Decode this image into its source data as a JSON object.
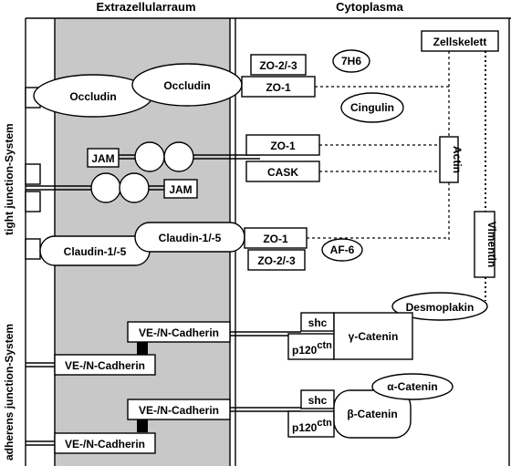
{
  "headers": {
    "extracellular": "Extrazellularraum",
    "cytoplasm": "Cytoplasma"
  },
  "side_labels": {
    "tight": "tight junction-System",
    "adherens": "adherens junction-System"
  },
  "proteins": {
    "occludin_left": "Occludin",
    "occludin_right": "Occludin",
    "zo23_top": "ZO-2/-3",
    "zo1_top": "ZO-1",
    "h7h6": "7H6",
    "cingulin": "Cingulin",
    "zellskelett": "Zellskelett",
    "jam_top": "JAM",
    "jam_bottom": "JAM",
    "zo1_mid": "ZO-1",
    "cask": "CASK",
    "actin": "Actin",
    "claudin_left": "Claudin-1/-5",
    "claudin_right": "Claudin-1/-5",
    "zo1_low": "ZO-1",
    "zo23_low": "ZO-2/-3",
    "af6": "AF-6",
    "vimentin": "Vimentin",
    "desmoplakin": "Desmoplakin",
    "vecad_1": "VE-/N-Cadherin",
    "vecad_2": "VE-/N-Cadherin",
    "vecad_3": "VE-/N-Cadherin",
    "vecad_4": "VE-/N-Cadherin",
    "shc_1": "shc",
    "shc_2": "shc",
    "p120_1": "p120",
    "p120_2": "p120",
    "ctn_sup": "ctn",
    "gamma_catenin": "γ-Catenin",
    "alpha_catenin": "α-Catenin",
    "beta_catenin": "β-Catenin"
  },
  "colors": {
    "extracellular_fill": "#c8c8c8",
    "stroke": "#000000",
    "background": "#ffffff"
  }
}
